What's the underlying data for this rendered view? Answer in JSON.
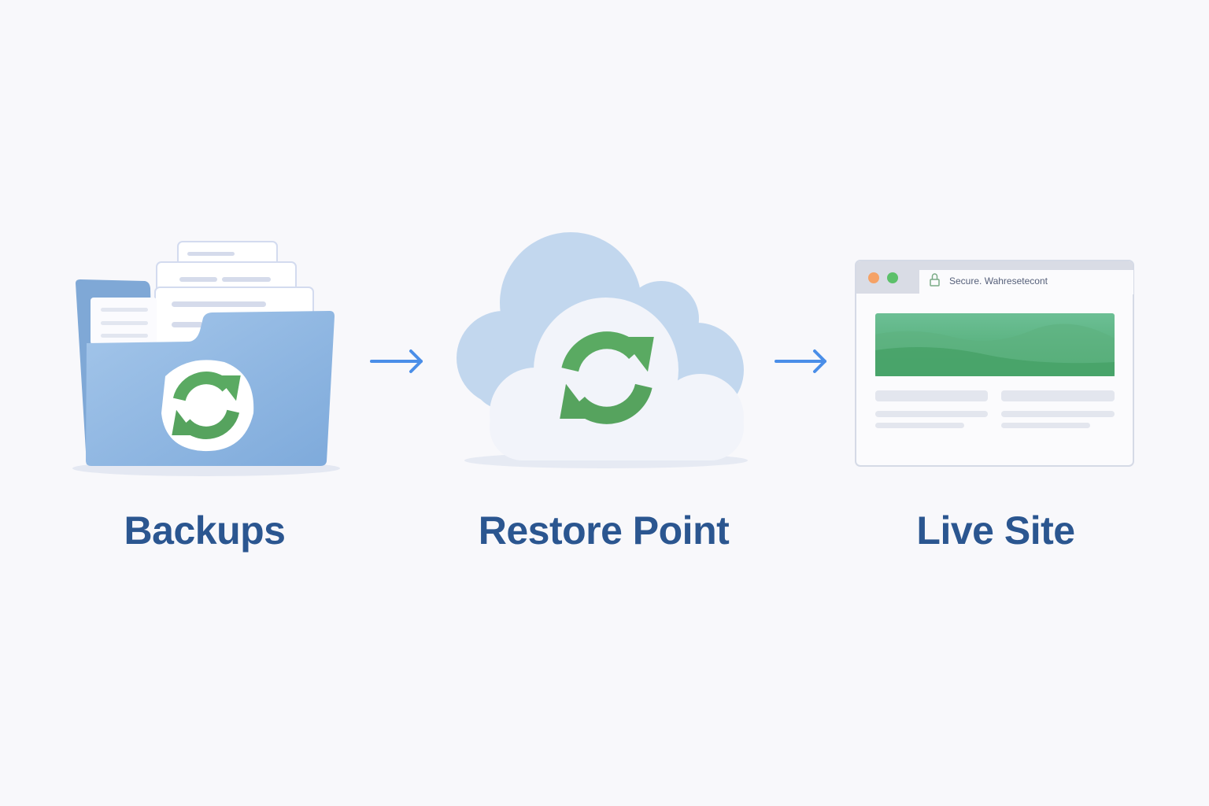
{
  "steps": [
    {
      "label": "Backups",
      "icon": "folder-sync-icon"
    },
    {
      "label": "Restore Point",
      "icon": "cloud-sync-icon"
    },
    {
      "label": "Live Site",
      "icon": "browser-window-icon"
    }
  ],
  "browser": {
    "address_text": "Secure. Wahresetecont"
  },
  "colors": {
    "accent_blue": "#4a8ee8",
    "label": "#2b5690",
    "sync_green": "#5aaa62",
    "folder": "#8fb6e0"
  }
}
